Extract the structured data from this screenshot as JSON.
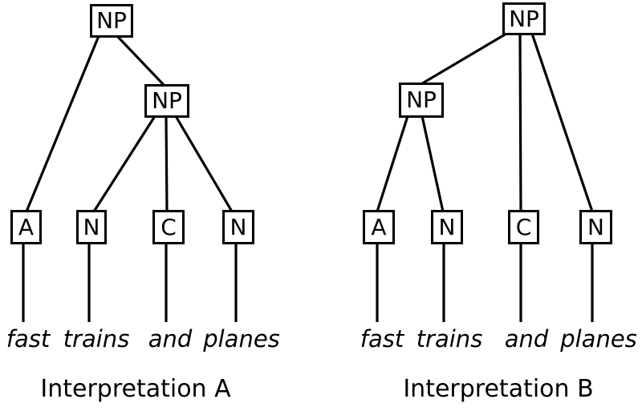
{
  "diagram": {
    "type": "syntax-parse-trees",
    "sentence": "fast trains and planes",
    "colors": {
      "line": "#000000",
      "background": "#ffffff",
      "text": "#000000"
    },
    "trees": [
      {
        "caption": "Interpretation A",
        "root": "NP",
        "inner": "NP",
        "root_children": [
          "A",
          "NP"
        ],
        "inner_children": [
          "N",
          "C",
          "N"
        ],
        "leaves": [
          {
            "tag": "A",
            "word": "fast"
          },
          {
            "tag": "N",
            "word": "trains"
          },
          {
            "tag": "C",
            "word": "and"
          },
          {
            "tag": "N",
            "word": "planes"
          }
        ]
      },
      {
        "caption": "Interpretation B",
        "root": "NP",
        "inner": "NP",
        "root_children": [
          "NP",
          "C",
          "N"
        ],
        "inner_children": [
          "A",
          "N"
        ],
        "leaves": [
          {
            "tag": "A",
            "word": "fast"
          },
          {
            "tag": "N",
            "word": "trains"
          },
          {
            "tag": "C",
            "word": "and"
          },
          {
            "tag": "N",
            "word": "planes"
          }
        ]
      }
    ]
  }
}
